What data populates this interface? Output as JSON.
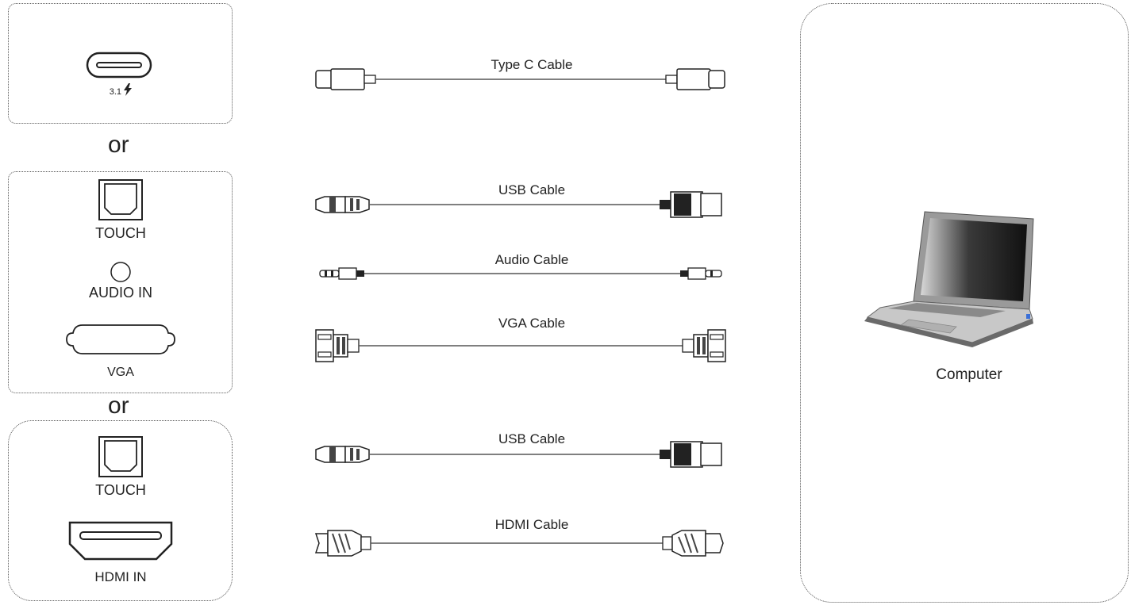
{
  "panels": {
    "typec": {
      "port_label": "3.1"
    },
    "or_1": "or",
    "vga_panel": {
      "touch": "TOUCH",
      "audio": "AUDIO IN",
      "vga": "VGA"
    },
    "or_2": "or",
    "hdmi_panel": {
      "touch": "TOUCH",
      "hdmi": "HDMI IN"
    }
  },
  "cables": [
    {
      "label": "Type C Cable",
      "connector": "type-c"
    },
    {
      "label": "USB Cable",
      "connector": "usb"
    },
    {
      "label": "Audio Cable",
      "connector": "audio-jack"
    },
    {
      "label": "VGA  Cable",
      "connector": "vga"
    },
    {
      "label": "USB  Cable",
      "connector": "usb"
    },
    {
      "label": "HDMI  Cable",
      "connector": "hdmi"
    }
  ],
  "computer": {
    "label": "Computer",
    "icon": "laptop-icon"
  }
}
